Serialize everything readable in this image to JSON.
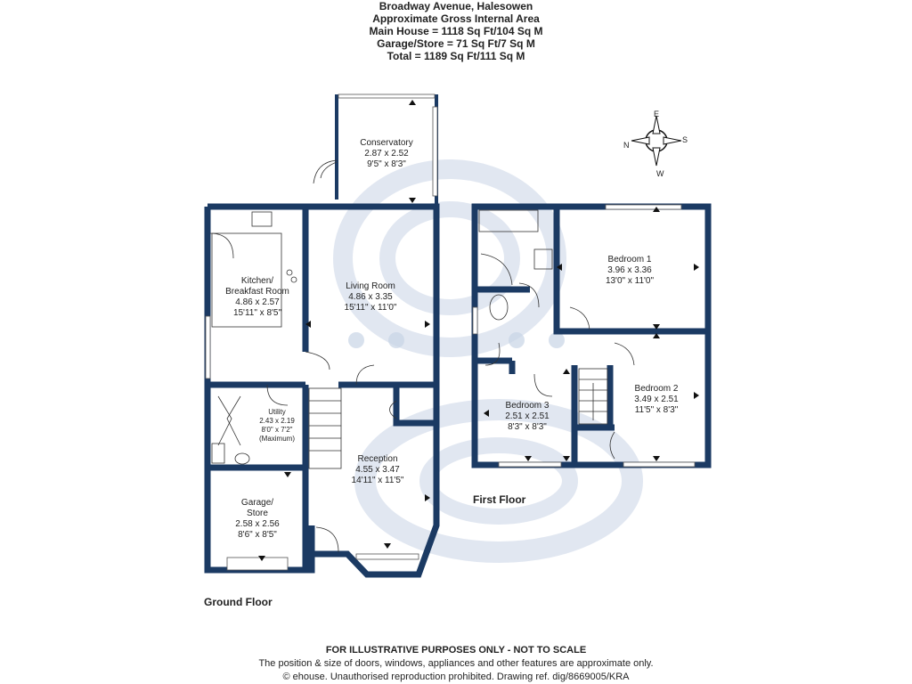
{
  "header": {
    "address": "Broadway Avenue, Halesowen",
    "area_title": "Approximate Gross Internal Area",
    "main_house": "Main House = 1118 Sq Ft/104 Sq M",
    "garage_store": "Garage/Store = 71 Sq Ft/7 Sq M",
    "total": "Total = 1189 Sq Ft/111 Sq M"
  },
  "compass": {
    "n": "N",
    "e": "E",
    "s": "S",
    "w": "W"
  },
  "ground_floor": {
    "label": "Ground Floor",
    "rooms": {
      "conservatory": {
        "name": "Conservatory",
        "metric": "2.87 x 2.52",
        "imperial": "9'5\" x 8'3\""
      },
      "kitchen": {
        "name1": "Kitchen/",
        "name2": "Breakfast Room",
        "metric": "4.86 x 2.57",
        "imperial": "15'11\" x 8'5\""
      },
      "living": {
        "name": "Living Room",
        "metric": "4.86 x 3.35",
        "imperial": "15'11\" x 11'0\""
      },
      "utility": {
        "name": "Utility",
        "metric": "2.43 x 2.19",
        "imperial": "8'0\" x 7'2\"",
        "note": "(Maximum)"
      },
      "reception": {
        "name": "Reception",
        "metric": "4.55 x 3.47",
        "imperial": "14'11\" x 11'5\""
      },
      "garage": {
        "name1": "Garage/",
        "name2": "Store",
        "metric": "2.58 x 2.56",
        "imperial": "8'6\" x 8'5\""
      }
    }
  },
  "first_floor": {
    "label": "First Floor",
    "rooms": {
      "bedroom1": {
        "name": "Bedroom 1",
        "metric": "3.96 x 3.36",
        "imperial": "13'0\" x 11'0\""
      },
      "bedroom2": {
        "name": "Bedroom 2",
        "metric": "3.49 x 2.51",
        "imperial": "11'5\" x 8'3\""
      },
      "bedroom3": {
        "name": "Bedroom 3",
        "metric": "2.51 x 2.51",
        "imperial": "8'3\" x 8'3\""
      }
    }
  },
  "footer": {
    "disclaimer": "FOR ILLUSTRATIVE PURPOSES ONLY - NOT TO SCALE",
    "note": "The position & size of doors, windows, appliances and other features are approximate only.",
    "copyright": "© ehouse. Unauthorised reproduction prohibited. Drawing ref. dig/8669005/KRA"
  },
  "colors": {
    "wall": "#1b3a63",
    "watermark": "#c8d4e6"
  }
}
